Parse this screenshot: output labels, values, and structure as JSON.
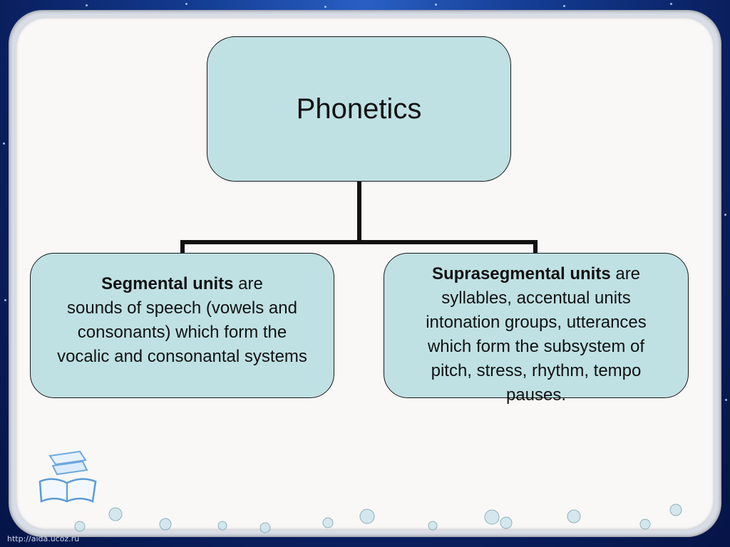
{
  "diagram": {
    "root": {
      "label": "Phonetics"
    },
    "left": {
      "bold": "Segmental units",
      "lines": [
        " are",
        "sounds of speech (vowels  and",
        "consonants) which form the",
        "vocalic  and consonantal systems"
      ]
    },
    "right": {
      "bold": "Suprasegmental units",
      "lines": [
        " are",
        "syllables, accentual units",
        "intonation groups, utterances",
        "which form the subsystem of",
        "pitch,  stress, rhythm, tempo",
        "pauses."
      ]
    }
  },
  "watermark": "http://aida.ucoz.ru",
  "colors": {
    "box_fill": "#bfe1e4",
    "border": "#1a1a1a",
    "background": "#0a1f5e",
    "panel": "#f9f8f7"
  }
}
